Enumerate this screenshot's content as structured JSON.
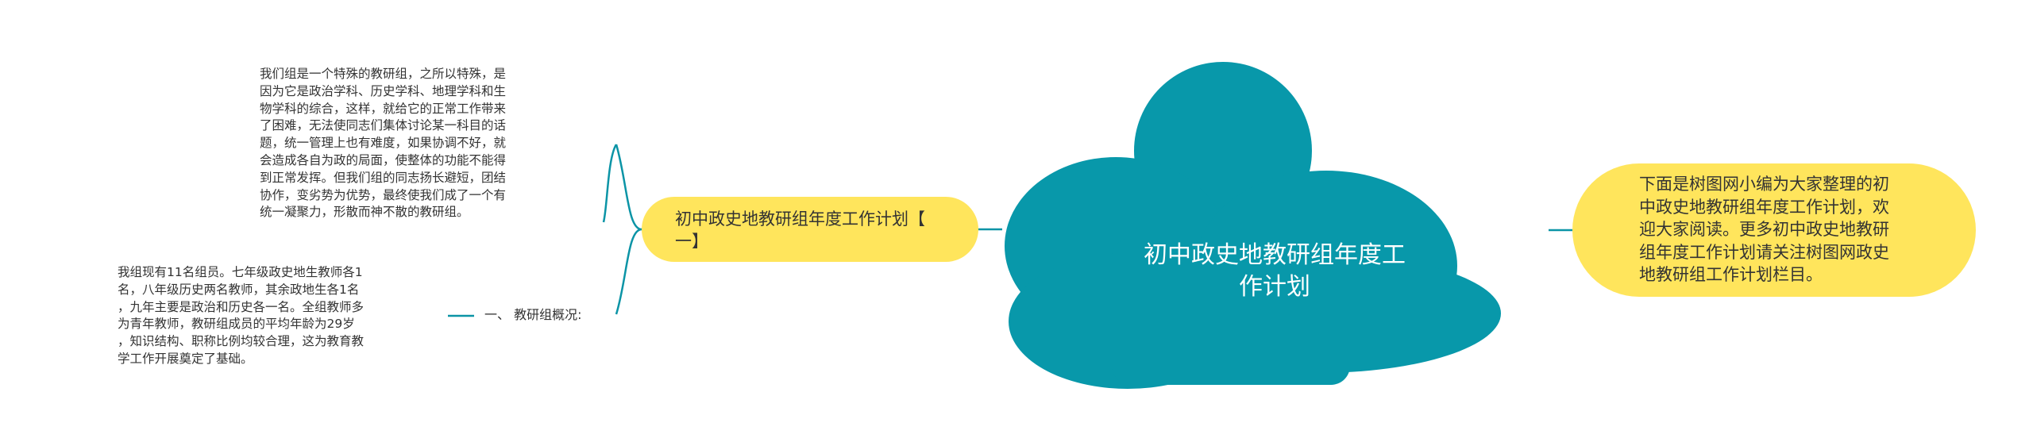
{
  "colors": {
    "central": "#0898aa",
    "node": "#ffe55c",
    "line": "#0b94a6",
    "text": "#333333"
  },
  "central_topic": {
    "lines": [
      "初中政史地教研组年度工",
      "作计划"
    ]
  },
  "left_node": {
    "lines": [
      "初中政史地教研组年度工作计划【",
      "一】"
    ]
  },
  "right_node": {
    "lines": [
      "下面是树图网小编为大家整理的初",
      "中政史地教研组年度工作计划，欢",
      "迎大家阅读。更多初中政史地教研",
      "组年度工作计划请关注树图网政史",
      "地教研组工作计划栏目。"
    ]
  },
  "top_text": {
    "text": "我们组是一个特殊的教研组，之所以特殊，是\n因为它是政治学科、历史学科、地理学科和生\n物学科的综合，这样，就给它的正常工作带来\n了困难，无法使同志们集体讨论某一科目的话\n题，统一管理上也有难度，如果协调不好，就\n会造成各自为政的局面，使整体的功能不能得\n到正常发挥。但我们组的同志扬长避短，团结\n协作，变劣势为优势，最终使我们成了一个有\n统一凝聚力，形散而神不散的教研组。"
  },
  "overview_label": "一、 教研组概况:",
  "bottom_text": {
    "text": "我组现有11名组员。七年级政史地生教师各1\n名，八年级历史两名教师，其余政地生各1名\n，九年主要是政治和历史各一名。全组教师多\n为青年教师，教研组成员的平均年龄为29岁\n，知识结构、职称比例均较合理，这为教育教\n学工作开展奠定了基础。"
  }
}
